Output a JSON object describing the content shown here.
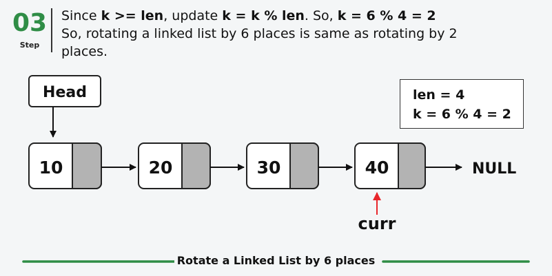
{
  "step": {
    "number": "03",
    "label": "Step"
  },
  "description": {
    "line1": [
      {
        "t": "Since ",
        "b": false
      },
      {
        "t": "k >= len",
        "b": true
      },
      {
        "t": ", update ",
        "b": false
      },
      {
        "t": "k = k % len",
        "b": true
      },
      {
        "t": ". So, ",
        "b": false
      },
      {
        "t": "k = 6 % 4 = 2",
        "b": true
      }
    ],
    "line2": "So, rotating a linked list by 6 places is same as rotating by 2",
    "line3": "places."
  },
  "head_label": "Head",
  "nodes": [
    "10",
    "20",
    "30",
    "40"
  ],
  "null_label": "NULL",
  "curr_label": "curr",
  "info": {
    "line1": "len = 4",
    "line2": "k = 6 % 4 = 2"
  },
  "footer": "Rotate a Linked List by 6 places",
  "colors": {
    "accent": "#2f8d46",
    "pointer_arrow": "#e8262b",
    "node_tail": "#b3b3b3"
  }
}
